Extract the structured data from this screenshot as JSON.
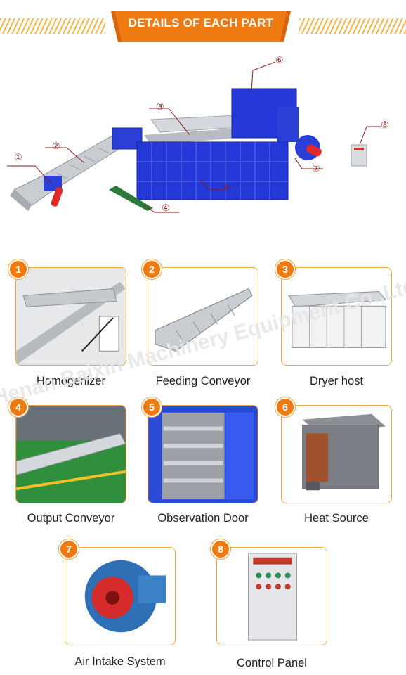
{
  "header": {
    "title": "DETAILS OF EACH PART",
    "accent": "#f07a12"
  },
  "overview": {
    "callouts": [
      {
        "num": "①"
      },
      {
        "num": "②"
      },
      {
        "num": "③"
      },
      {
        "num": "④"
      },
      {
        "num": "⑤"
      },
      {
        "num": "⑥"
      },
      {
        "num": "⑦"
      },
      {
        "num": "⑧"
      }
    ]
  },
  "parts": [
    {
      "num": "1",
      "label": "Homogenizer",
      "icon": "homogenizer-photo"
    },
    {
      "num": "2",
      "label": "Feeding Conveyor",
      "icon": "feeding-conveyor-photo"
    },
    {
      "num": "3",
      "label": "Dryer host",
      "icon": "dryer-host-photo"
    },
    {
      "num": "4",
      "label": "Output Conveyor",
      "icon": "output-conveyor-photo"
    },
    {
      "num": "5",
      "label": "Observation Door",
      "icon": "observation-door-photo"
    },
    {
      "num": "6",
      "label": "Heat Source",
      "icon": "heat-source-photo"
    },
    {
      "num": "7",
      "label": "Air Intake System",
      "icon": "fan-photo"
    },
    {
      "num": "8",
      "label": "Control Panel",
      "icon": "control-panel-photo"
    }
  ],
  "watermark": "Henan Baixin Machinery Equipment Co.,Ltd"
}
